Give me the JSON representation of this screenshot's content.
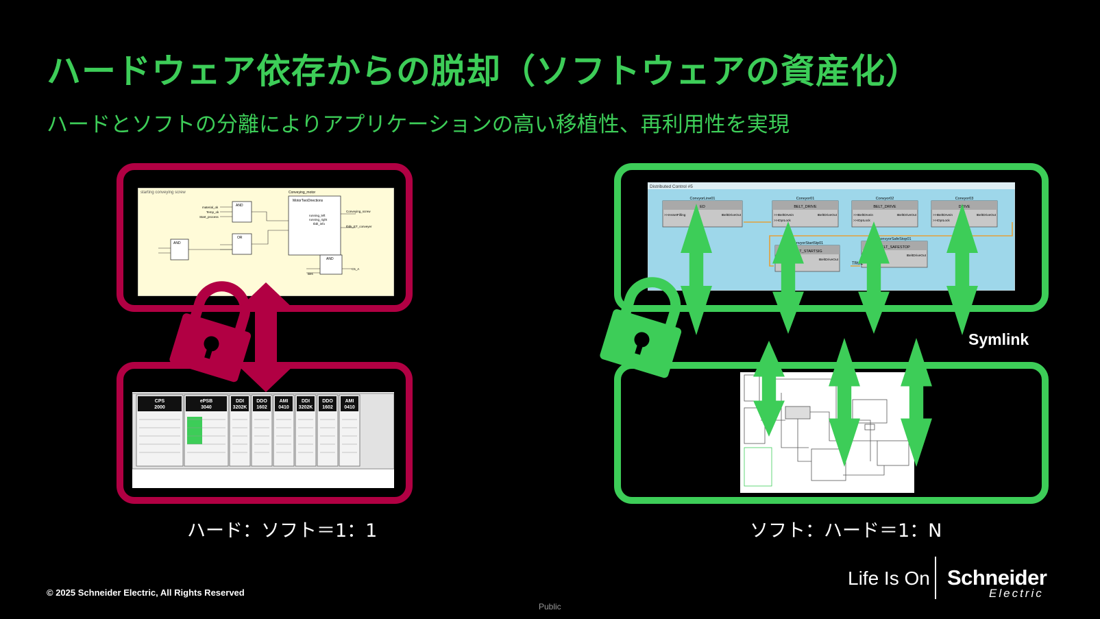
{
  "slide": {
    "title": "ハードウェア依存からの脱却（ソフトウェアの資産化）",
    "subtitle": "ハードとソフトの分離によりアプリケーションの高い移植性、再利用性を実現"
  },
  "left": {
    "caption": "ハード：ソフト＝1：1",
    "ladder": {
      "header": "starting conveying screw",
      "blocks": [
        "AND",
        "AND",
        "OR",
        "AND"
      ],
      "motor_block_title": "MotorTwoDirections",
      "motor_block_instance": "Conveying_motor",
      "signals": [
        "material_ok",
        "Temp_ok",
        "Start_process",
        "Conveying_screw",
        "running_left",
        "running_right",
        "tbbl_info",
        "tbbk_ET_conveyer",
        "Bes",
        "C5_A"
      ]
    },
    "rack": {
      "modules": [
        "CPS 2000",
        "ePSB 3040",
        "DDI 3202K",
        "DDO 1602",
        "AMI 0410",
        "DDI 3202K",
        "DDO 1602",
        "AMI 0410"
      ]
    }
  },
  "right": {
    "caption": "ソフト：ハード＝1：N",
    "symlink_label": "Symlink",
    "distributed_control": {
      "header": "Distributed Control #5",
      "blocks": [
        {
          "instance": "ConvyorLine01",
          "type": "ED"
        },
        {
          "instance": "Convyor01",
          "type": "BELT_DRIVE"
        },
        {
          "instance": "Convyor02",
          "type": "BELT_DRIVE"
        },
        {
          "instance": "Convyor03",
          "type": "DRIVE"
        },
        {
          "instance": "ConvyorStartStp01",
          "type": "BELT_STARTSIG"
        },
        {
          "instance": "ConvyorSafeStop01",
          "type": "BELT_SAFESTOP"
        }
      ],
      "pins": [
        "IAssetFilling",
        "IBeltDriveOut",
        "IBeltDrvein",
        "IOpILock"
      ],
      "true_label": "TRUE"
    }
  },
  "footer": {
    "copyright": "© 2025 Schneider Electric, All Rights Reserved",
    "classification": "Public",
    "tagline": "Life Is On",
    "brand_name": "Schneider",
    "brand_sub": "Electric"
  },
  "colors": {
    "accent_green": "#3dcd58",
    "accent_red": "#b10043",
    "ladder_bg": "#fffbd8",
    "dc_bg": "#9ed7ea"
  }
}
